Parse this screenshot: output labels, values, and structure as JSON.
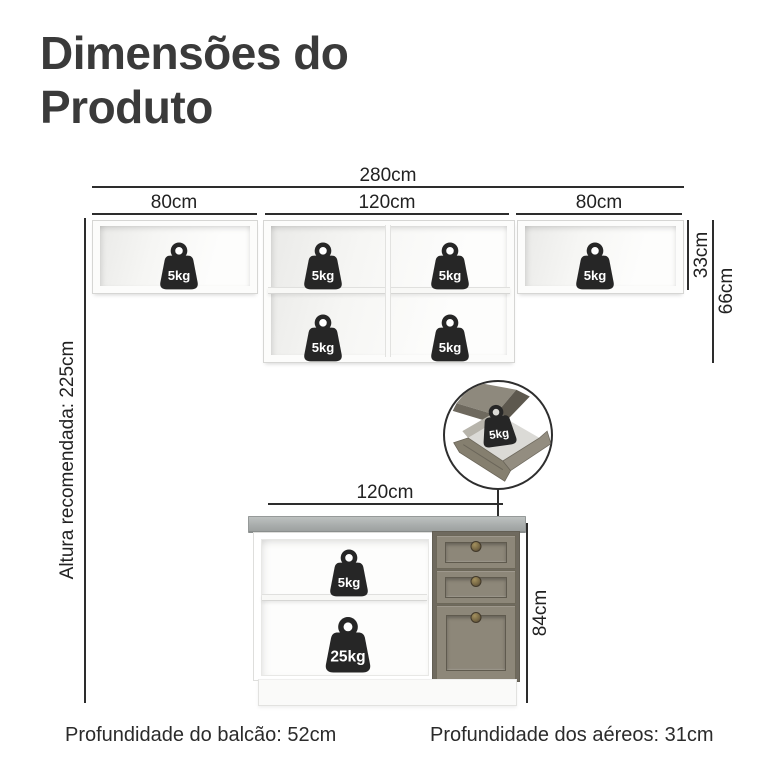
{
  "title": "Dimensões do Produto",
  "upper_cabinets": {
    "total_width_label": "280cm",
    "left_width_label": "80cm",
    "middle_width_label": "120cm",
    "right_width_label": "80cm",
    "single_row_height_label": "33cm",
    "double_row_height_label": "66cm"
  },
  "recommended_height_label": "Altura recomendada: 225cm",
  "base_cabinet": {
    "width_label": "120cm",
    "height_label": "84cm"
  },
  "weight_capacities": {
    "upper_left": "5kg",
    "upper_middle_top_left": "5kg",
    "upper_middle_top_right": "5kg",
    "upper_middle_bottom_left": "5kg",
    "upper_middle_bottom_right": "5kg",
    "upper_right": "5kg",
    "drawer_detail": "5kg",
    "base_upper_shelf": "5kg",
    "base_lower_shelf": "25kg"
  },
  "footer": {
    "counter_depth": "Profundidade do balcão: 52cm",
    "aerial_depth": "Profundidade dos aéreos: 31cm"
  },
  "colors": {
    "text": "#3a3a3a",
    "line": "#2d2d2d",
    "icon": "#262626",
    "drawer_front": "#8d8779",
    "countertop": "#aaaead",
    "knob": "#796945"
  }
}
